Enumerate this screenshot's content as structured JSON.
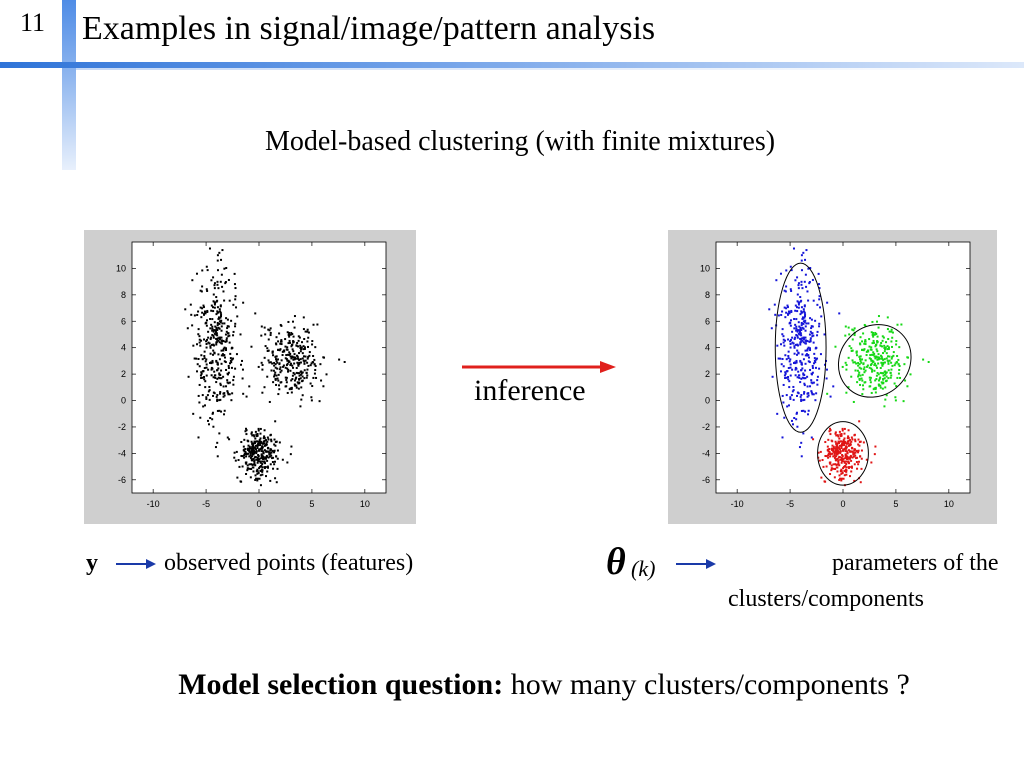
{
  "slide": {
    "number": "11",
    "title": "Examples in signal/image/pattern analysis",
    "subtitle": "Model-based clustering (with finite mixtures)",
    "arrow_label": "inference",
    "observed": {
      "symbol": "y",
      "text": "observed points (features)"
    },
    "parameters": {
      "symbol": "θ",
      "subscript": "(k)",
      "text_line1": "parameters of the",
      "text_line2": "clusters/components"
    },
    "question": {
      "bold": "Model selection question:",
      "text": " how many clusters/components ?"
    },
    "colors": {
      "accent_blue": "#2f74d8",
      "arrow_red": "#e0201c",
      "arrow_blue": "#1a3aa8"
    }
  },
  "chart_data": [
    {
      "type": "scatter",
      "panel": "left",
      "x_ticks": [
        "-10",
        "-5",
        "0",
        "5",
        "10"
      ],
      "y_ticks": [
        "10",
        "8",
        "6",
        "4",
        "2",
        "0",
        "-2",
        "-4",
        "-6"
      ],
      "xlim": [
        -12,
        12
      ],
      "ylim": [
        -7,
        12
      ],
      "series": [
        {
          "color": "#000000",
          "center": [
            -4,
            4
          ],
          "std": [
            1.1,
            2.8
          ],
          "count": 380
        },
        {
          "color": "#000000",
          "center": [
            3,
            3
          ],
          "std": [
            1.5,
            1.4
          ],
          "count": 300
        },
        {
          "color": "#000000",
          "center": [
            0,
            -4
          ],
          "std": [
            0.9,
            0.9
          ],
          "count": 300
        }
      ]
    },
    {
      "type": "scatter",
      "panel": "right",
      "x_ticks": [
        "-10",
        "-5",
        "0",
        "5",
        "10"
      ],
      "y_ticks": [
        "10",
        "8",
        "6",
        "4",
        "2",
        "0",
        "-2",
        "-4",
        "-6"
      ],
      "xlim": [
        -12,
        12
      ],
      "ylim": [
        -7,
        12
      ],
      "series": [
        {
          "color": "#1515d8",
          "center": [
            -4,
            4
          ],
          "std": [
            1.1,
            2.8
          ],
          "count": 380,
          "ellipse": {
            "rx": 2.4,
            "ry": 6.4,
            "angle": 0
          }
        },
        {
          "color": "#16d816",
          "center": [
            3,
            3
          ],
          "std": [
            1.5,
            1.4
          ],
          "count": 300,
          "ellipse": {
            "rx": 3.6,
            "ry": 2.6,
            "angle": -45
          }
        },
        {
          "color": "#e01515",
          "center": [
            0,
            -4
          ],
          "std": [
            0.9,
            0.9
          ],
          "count": 300,
          "ellipse": {
            "rx": 2.4,
            "ry": 2.4,
            "angle": 0
          }
        }
      ]
    }
  ]
}
